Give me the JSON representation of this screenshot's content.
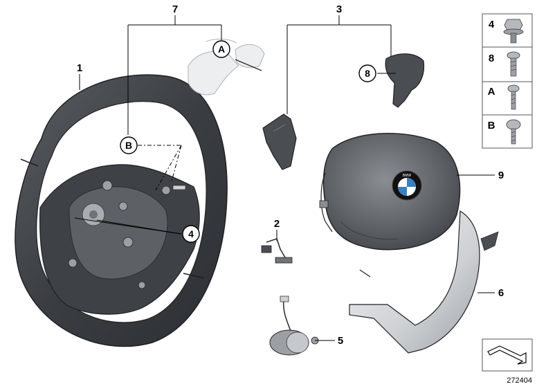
{
  "diagram": {
    "part_labels": {
      "p1": "1",
      "p2": "2",
      "p3": "3",
      "p4": "4",
      "p5": "5",
      "p6": "6",
      "p7": "7",
      "p8": "8",
      "p9": "9"
    },
    "callouts": {
      "a": "A",
      "b": "B"
    },
    "legend": {
      "rows": [
        "4",
        "8",
        "A",
        "B"
      ]
    },
    "reference_number": "272404",
    "logo": {
      "text": "BMW",
      "colors": {
        "blue": "#3a7fc1",
        "white": "#ffffff",
        "ring": "#111111"
      }
    },
    "colors": {
      "wheel_dark": "#3a3d41",
      "wheel_mid": "#55595e",
      "wheel_light": "#7d8186",
      "trim_light": "#d8dadc",
      "ghost_part": "#cfd2d5"
    }
  }
}
